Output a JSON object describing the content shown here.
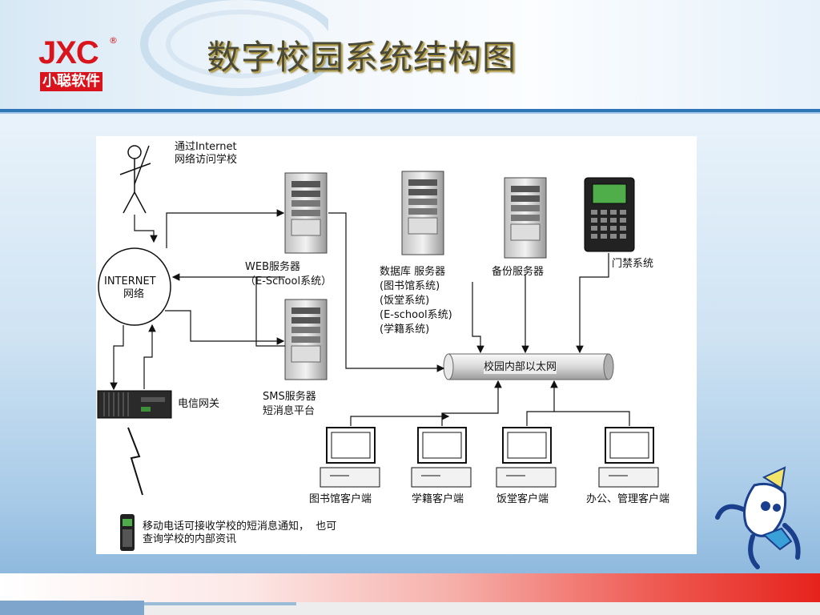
{
  "header": {
    "logo_text": "JXC",
    "logo_reg": "®",
    "logo_cn": "小聪软件",
    "title": "数字校园系统结构图"
  },
  "diagram": {
    "user_label_1": "通过Internet",
    "user_label_2": "网络访问学校",
    "internet_label_1": "INTERNET",
    "internet_label_2": "网络",
    "web_server_1": "WEB服务器",
    "web_server_2": "（E-School系统）",
    "sms_server_1": "SMS服务器",
    "sms_server_2": "短消息平台",
    "db_server_1": "数据库 服务器",
    "db_server_2": "(图书馆系统)",
    "db_server_3": "(饭堂系统)",
    "db_server_4": "(E-school系统)",
    "db_server_5": "(学籍系统)",
    "backup_server": "备份服务器",
    "access_control": "门禁系统",
    "ethernet": "校园内部以太网",
    "gateway": "电信网关",
    "client_library": "图书馆客户端",
    "client_student": "学籍客户端",
    "client_canteen": "饭堂客户端",
    "client_office": "办公、管理客户端",
    "mobile_1": "移动电话可接收学校的短消息通知，  也可",
    "mobile_2": "查询学校的内部资讯"
  },
  "colors": {
    "brand_red": "#d9141c",
    "header_line": "#2f76b8",
    "footer_red": "#e5231c"
  }
}
